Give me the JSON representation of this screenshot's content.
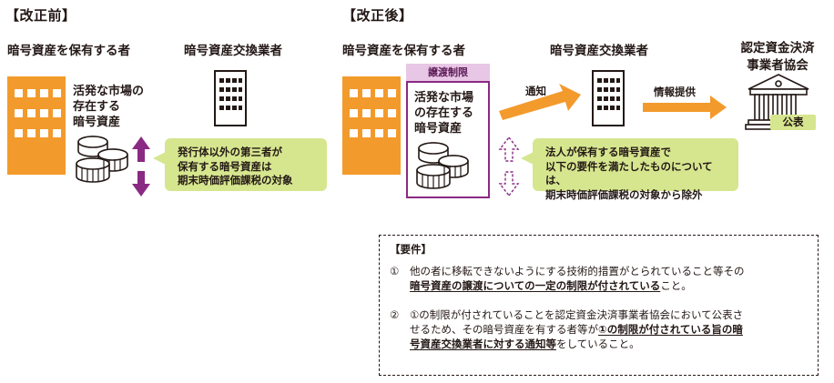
{
  "before": {
    "title": "【改正前】",
    "holder_label": "暗号資産を保有する者",
    "exchange_label": "暗号資産交換業者",
    "asset_lines": [
      "活発な市場の",
      "存在する",
      "暗号資産"
    ],
    "callout_lines": [
      "発行体以外の第三者が",
      "保有する暗号資産は",
      "期末時価評価課税の対象"
    ]
  },
  "after": {
    "title": "【改正後】",
    "holder_label": "暗号資産を保有する者",
    "exchange_label": "暗号資産交換業者",
    "assoc_label_lines": [
      "認定資金決済",
      "事業者協会"
    ],
    "restriction_tag": "譲渡制限",
    "asset_lines": [
      "活発な市場",
      "の存在する",
      "暗号資産"
    ],
    "notify_label": "通知",
    "info_label": "情報提供",
    "public_badge": "公表",
    "callout_lines": [
      "法人が保有する暗号資産で",
      "以下の要件を満たしたものについては、",
      "期末時価評価課税の対象から除外"
    ]
  },
  "requirements": {
    "heading": "【要件】",
    "item1": {
      "num": "①",
      "line1": "他の者に移転できないようにする技術的措置がとられていること等その",
      "line2_bold": "暗号資産の譲渡についての一定の制限が付されている",
      "line2_rest": "こと。"
    },
    "item2": {
      "num": "②",
      "line1": "①の制限が付されていることを認定資金決済事業者協会において公表さ",
      "line2_pre": "せるため、その暗号資産を有する者等が",
      "line2_bold": "①の制限が付されている旨の暗",
      "line3_bold": "号資産交換業者に対する通知等",
      "line3_rest": "をしていること。"
    }
  },
  "colors": {
    "orange": "#f39a2c",
    "purple": "#8a2a83",
    "green": "#d6e68f",
    "pink": "#e8c6e5"
  }
}
